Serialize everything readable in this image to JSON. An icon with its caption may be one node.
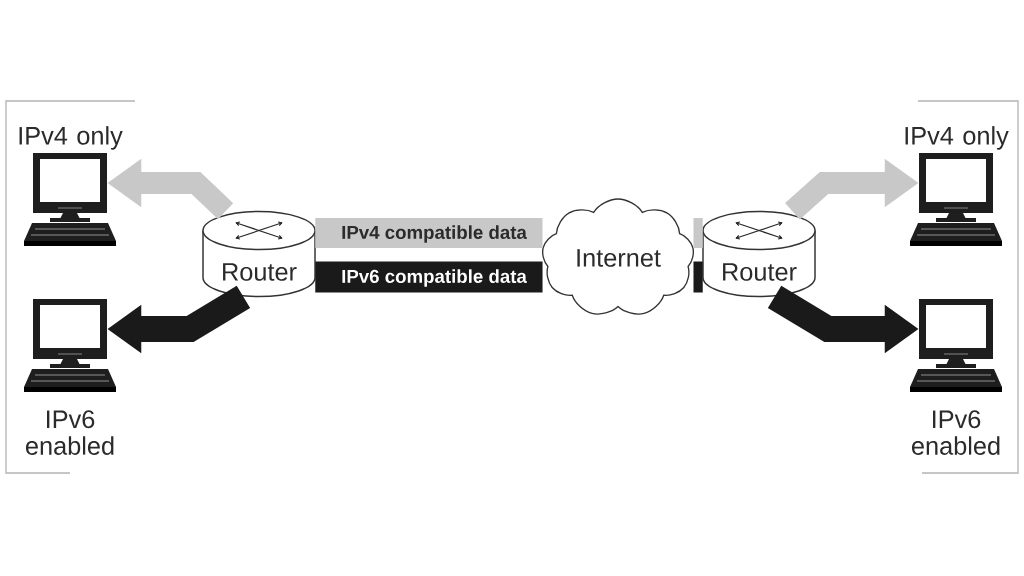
{
  "diagram": {
    "nodes": [
      {
        "text": [
          "IPv4 only"
        ]
      },
      {
        "text": [
          "IPv6 enabled"
        ]
      },
      {
        "text": [
          "Router"
        ]
      },
      {
        "text": [
          "Internet"
        ]
      },
      {
        "text": [
          "Router"
        ]
      },
      {
        "text": [
          "IPv4 only"
        ]
      },
      {
        "text": [
          "IPv6 enabled"
        ]
      }
    ],
    "edges": [
      {
        "from": 2,
        "to": 3,
        "arrow": "none",
        "label": "IPv4 compatible data",
        "color": "#c8c8c8"
      },
      {
        "from": 2,
        "to": 3,
        "arrow": "none",
        "label": "IPv6 compatible data",
        "color": "#1a1a1a"
      },
      {
        "from": 3,
        "to": 4,
        "arrow": "none",
        "color": "#c8c8c8"
      },
      {
        "from": 3,
        "to": 4,
        "arrow": "none",
        "color": "#1a1a1a"
      },
      {
        "from": 2,
        "to": 0,
        "arrow": "to",
        "color": "#c8c8c8"
      },
      {
        "from": 2,
        "to": 1,
        "arrow": "to",
        "color": "#1a1a1a"
      },
      {
        "from": 4,
        "to": 5,
        "arrow": "to",
        "color": "#c8c8c8"
      },
      {
        "from": 4,
        "to": 6,
        "arrow": "to",
        "color": "#1a1a1a"
      }
    ]
  }
}
